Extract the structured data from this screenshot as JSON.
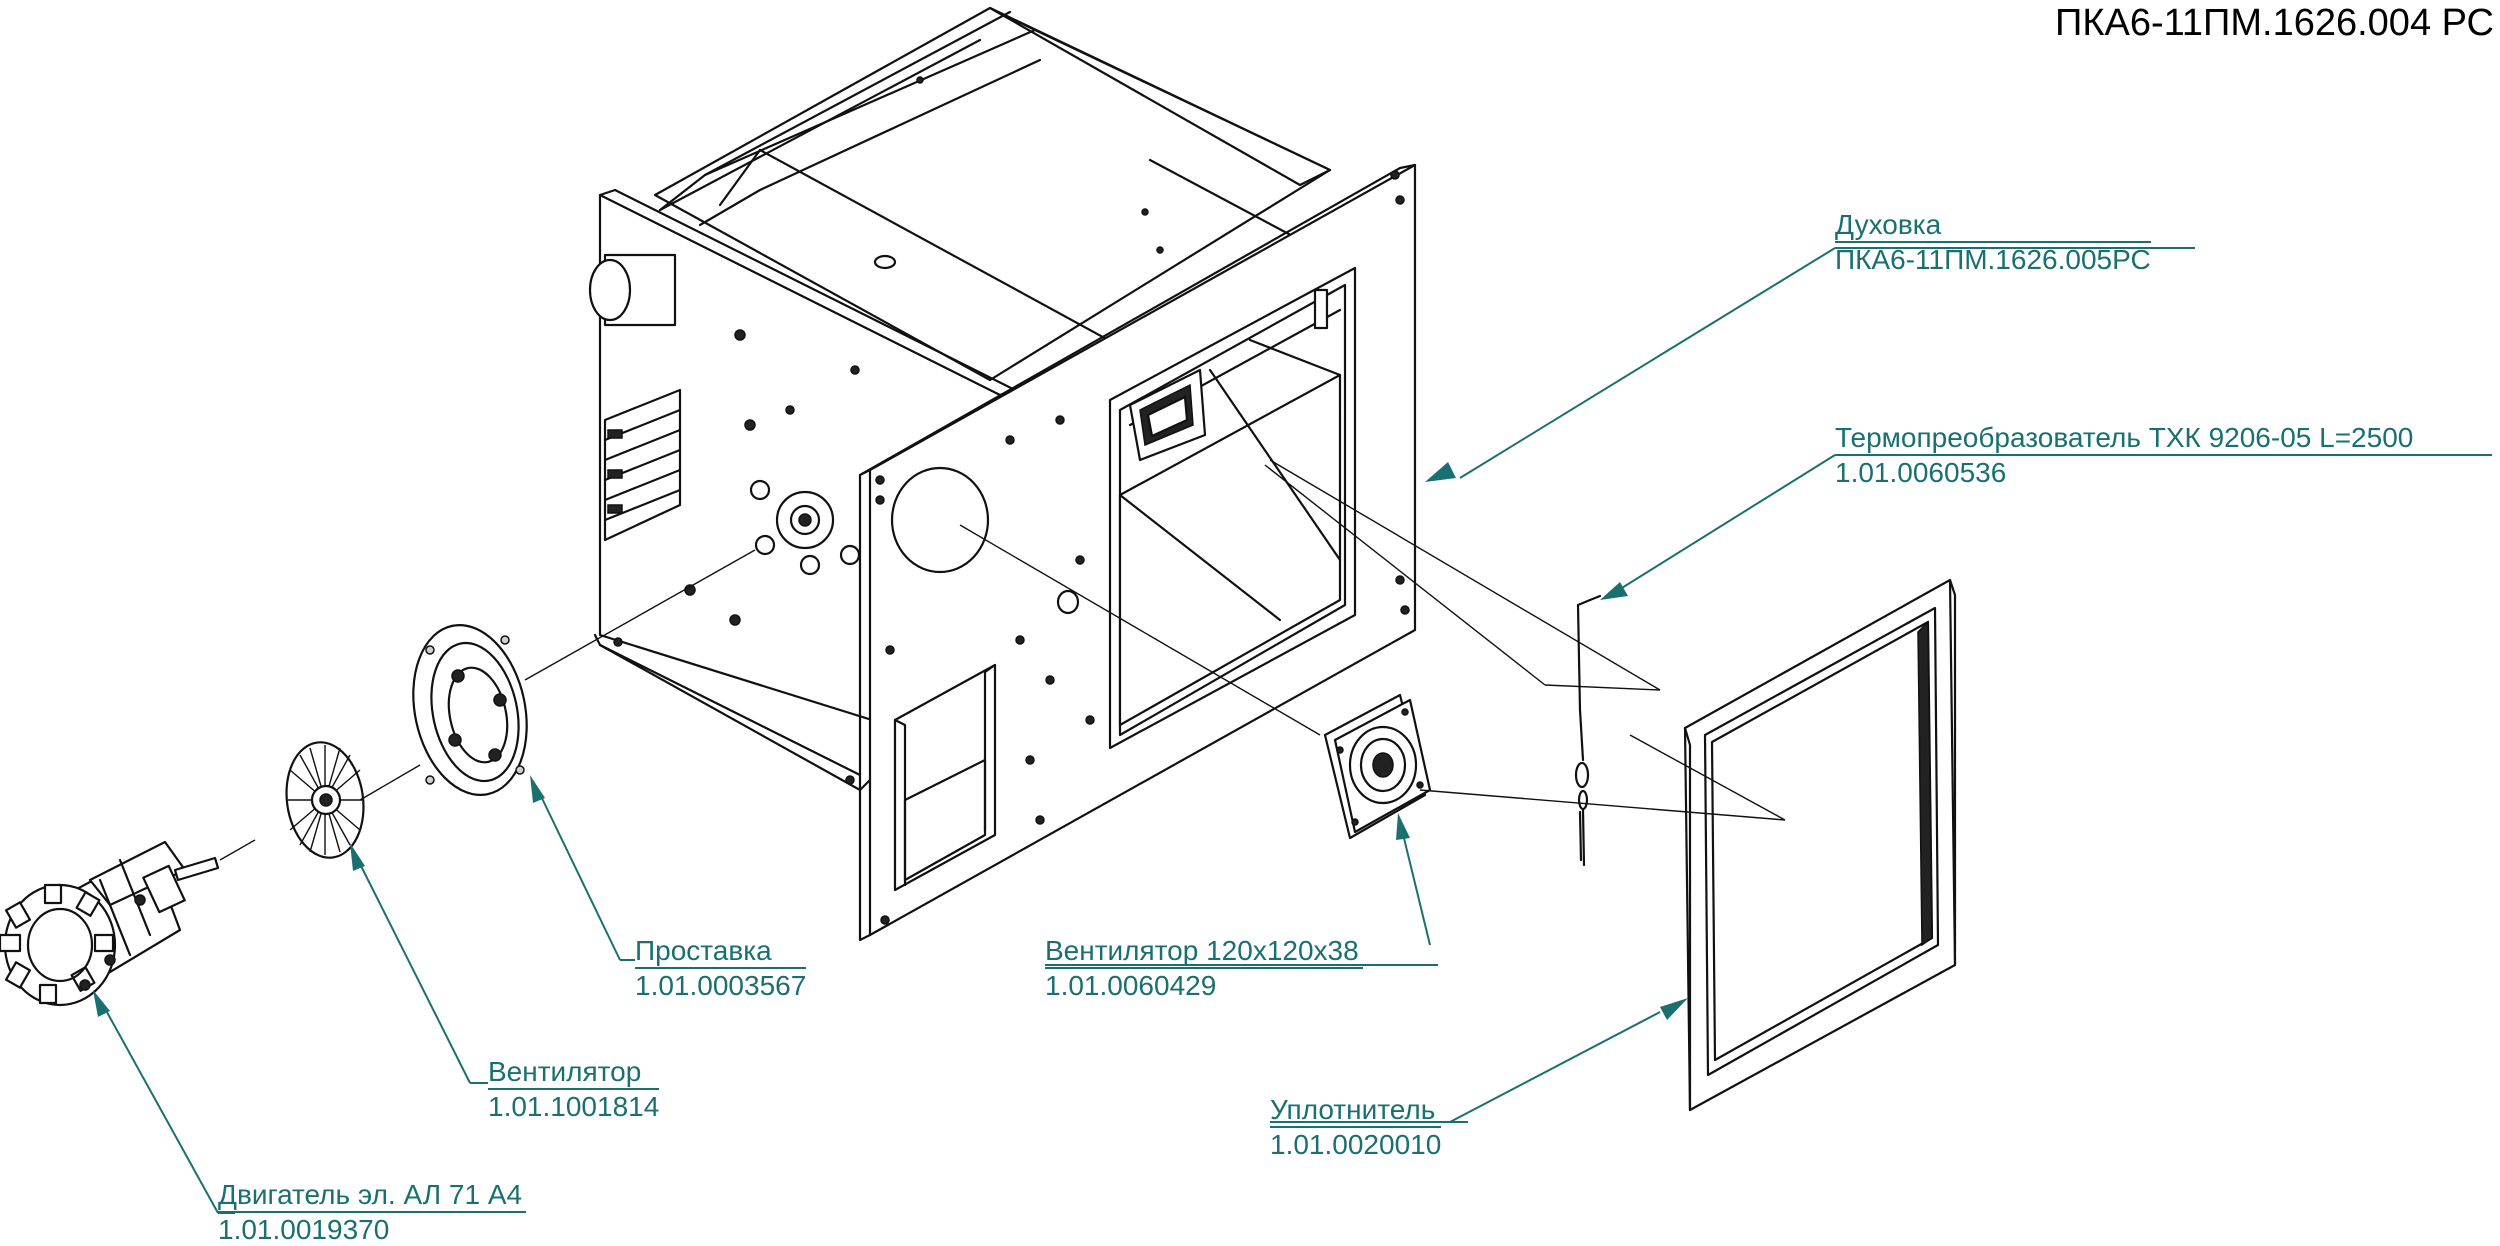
{
  "document": {
    "code": "ПКА6-11ПМ.1626.004 РС"
  },
  "callouts": {
    "oven": {
      "name": "Духовка",
      "code": "ПКА6-11ПМ.1626.005РС"
    },
    "thermocouple": {
      "name": "Термопреобразователь ТХК 9206-05 L=2500",
      "code": "1.01.0060536"
    },
    "spacer": {
      "name": "Проставка",
      "code": "1.01.0003567"
    },
    "fan_small": {
      "name": "Вентилятор 120х120х38",
      "code": "1.01.0060429"
    },
    "impeller": {
      "name": "Вентилятор",
      "code": "1.01.1001814"
    },
    "seal": {
      "name": "Уплотнитель",
      "code": "1.01.0020010"
    },
    "motor": {
      "name": "Двигатель эл. АЛ 71 А4",
      "code": "1.01.0019370"
    }
  },
  "colors": {
    "leader": "#1a7070",
    "ink": "#111111",
    "background": "#ffffff"
  }
}
